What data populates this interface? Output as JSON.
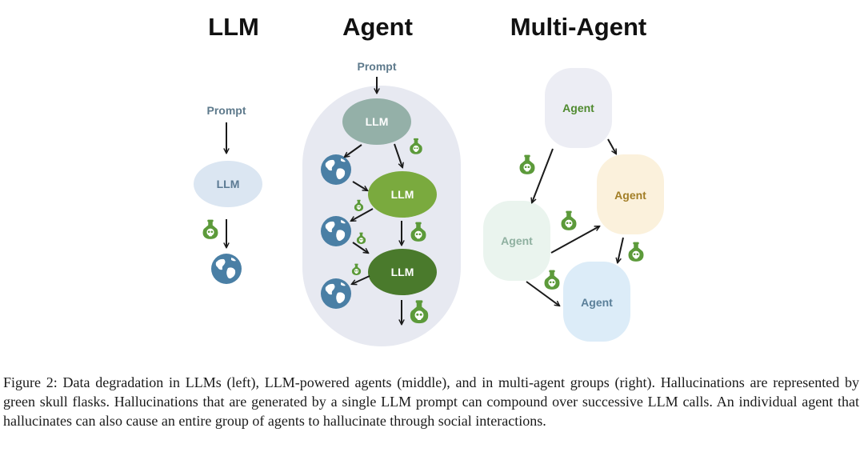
{
  "headers": {
    "llm": "LLM",
    "agent": "Agent",
    "multi_agent": "Multi-Agent"
  },
  "panel_llm": {
    "prompt": "Prompt",
    "node": "LLM"
  },
  "panel_agent": {
    "prompt": "Prompt",
    "nodes": [
      "LLM",
      "LLM",
      "LLM"
    ]
  },
  "panel_multi": {
    "agents": [
      "Agent",
      "Agent",
      "Agent",
      "Agent"
    ]
  },
  "colors": {
    "llm_left": "#dbe6f2",
    "llm_left_text": "#5b7a93",
    "agent_bg": "#e7e9f1",
    "llm_1": "#94b0a8",
    "llm_2": "#7aaa3e",
    "llm_3": "#4a7a2c",
    "flask": "#5c9a3a",
    "globe": "#4a7fa5",
    "agent_top": "#ecedf4",
    "agent_right": "#fbf1dc",
    "agent_left": "#eaf4ee",
    "agent_bottom": "#dcecf8",
    "agent_top_text": "#4f8a2e",
    "agent_right_text": "#a27e26",
    "agent_left_text": "#8fb0a0",
    "agent_bottom_text": "#5a7f99"
  },
  "icons": {
    "hallucination": "skull-flask-icon",
    "world": "globe-icon"
  },
  "caption": "Figure 2: Data degradation in LLMs (left), LLM-powered agents (middle), and in multi-agent groups (right). Hallucinations are represented by green skull flasks. Hallucinations that are generated by a single LLM prompt can compound over successive LLM calls. An individual agent that hallucinates can also cause an entire group of agents to hallucinate through social interactions."
}
